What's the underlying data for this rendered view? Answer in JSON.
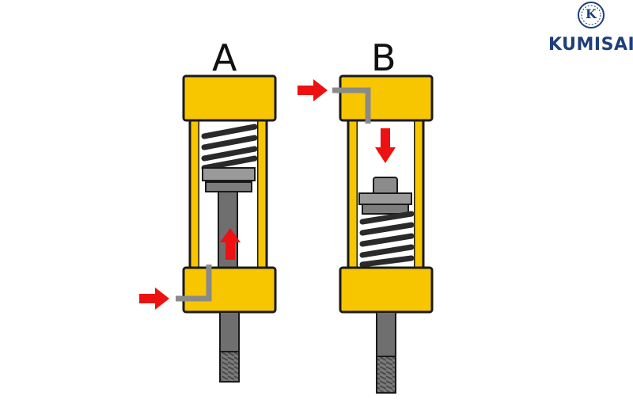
{
  "labels": {
    "a": "A",
    "b": "B"
  },
  "brand": {
    "name": "KUMISAI",
    "badge_letter": "K"
  },
  "colors": {
    "housing": "#f7c600",
    "outline": "#1a1a1a",
    "arrow": "#ee1111",
    "piston": "#8c8c8c",
    "rod": "#6f6f6f",
    "brand": "#1d3f7a"
  },
  "icons": [
    "logo-badge-icon",
    "arrow-right-icon",
    "arrow-up-icon",
    "arrow-down-icon"
  ]
}
